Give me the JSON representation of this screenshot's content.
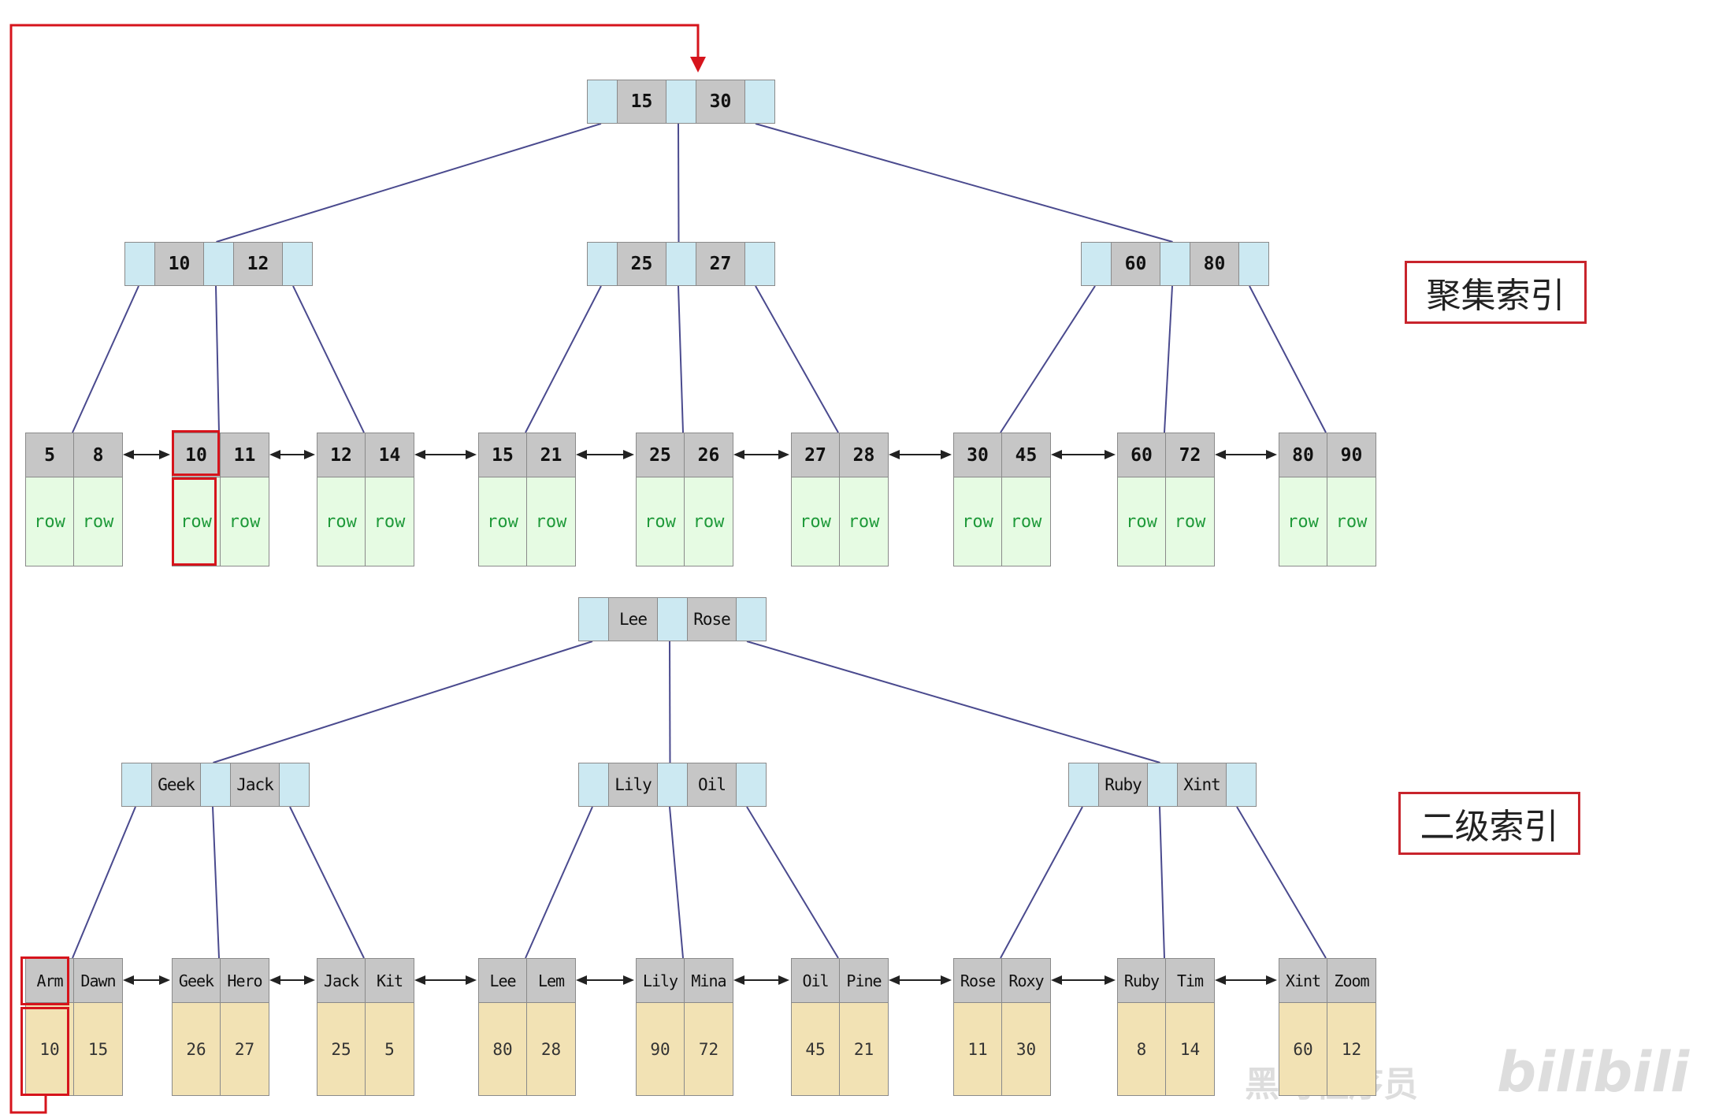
{
  "clustered_index": {
    "label": "聚集索引",
    "root": [
      "15",
      "30"
    ],
    "inner": [
      [
        "10",
        "12"
      ],
      [
        "25",
        "27"
      ],
      [
        "60",
        "80"
      ]
    ],
    "leaves": [
      {
        "keys": [
          "5",
          "8"
        ],
        "values": [
          "row",
          "row"
        ]
      },
      {
        "keys": [
          "10",
          "11"
        ],
        "values": [
          "row",
          "row"
        ]
      },
      {
        "keys": [
          "12",
          "14"
        ],
        "values": [
          "row",
          "row"
        ]
      },
      {
        "keys": [
          "15",
          "21"
        ],
        "values": [
          "row",
          "row"
        ]
      },
      {
        "keys": [
          "25",
          "26"
        ],
        "values": [
          "row",
          "row"
        ]
      },
      {
        "keys": [
          "27",
          "28"
        ],
        "values": [
          "row",
          "row"
        ]
      },
      {
        "keys": [
          "30",
          "45"
        ],
        "values": [
          "row",
          "row"
        ]
      },
      {
        "keys": [
          "60",
          "72"
        ],
        "values": [
          "row",
          "row"
        ]
      },
      {
        "keys": [
          "80",
          "90"
        ],
        "values": [
          "row",
          "row"
        ]
      }
    ]
  },
  "secondary_index": {
    "label": "二级索引",
    "root": [
      "Lee",
      "Rose"
    ],
    "inner": [
      [
        "Geek",
        "Jack"
      ],
      [
        "Lily",
        "Oil"
      ],
      [
        "Ruby",
        "Xint"
      ]
    ],
    "leaves": [
      {
        "keys": [
          "Arm",
          "Dawn"
        ],
        "values": [
          "10",
          "15"
        ]
      },
      {
        "keys": [
          "Geek",
          "Hero"
        ],
        "values": [
          "26",
          "27"
        ]
      },
      {
        "keys": [
          "Jack",
          "Kit"
        ],
        "values": [
          "25",
          "5"
        ]
      },
      {
        "keys": [
          "Lee",
          "Lem"
        ],
        "values": [
          "80",
          "28"
        ]
      },
      {
        "keys": [
          "Lily",
          "Mina"
        ],
        "values": [
          "90",
          "72"
        ]
      },
      {
        "keys": [
          "Oil",
          "Pine"
        ],
        "values": [
          "45",
          "21"
        ]
      },
      {
        "keys": [
          "Rose",
          "Roxy"
        ],
        "values": [
          "11",
          "30"
        ]
      },
      {
        "keys": [
          "Ruby",
          "Tim"
        ],
        "values": [
          "8",
          "14"
        ]
      },
      {
        "keys": [
          "Xint",
          "Zoom"
        ],
        "values": [
          "60",
          "12"
        ]
      }
    ]
  },
  "highlights": {
    "lookup_name": "Arm",
    "primary_key": "10"
  },
  "watermark": {
    "brand": "黑马程序员",
    "platform": "bilibili"
  },
  "colors": {
    "pointer": "#cce9f2",
    "key": "#c6c6c6",
    "row_cell": "#e6fbe3",
    "row_text": "#1f9a3a",
    "pk_cell": "#f2e2b4",
    "edge": "#4a4a8e",
    "highlight": "#d6141c"
  }
}
